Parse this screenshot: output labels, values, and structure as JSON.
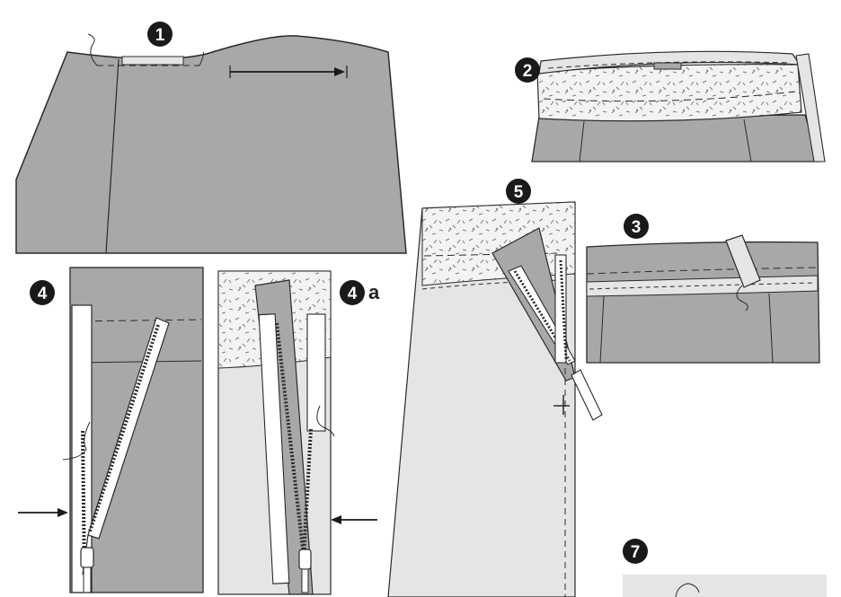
{
  "colors": {
    "fabric": "#a8a8a8",
    "fabric_light": "#e5e5e5",
    "interfacing": "#f3f3f3",
    "outline": "#2a2a2a",
    "badge": "#1a1a1a",
    "white": "#ffffff"
  },
  "steps": [
    {
      "id": "step-1",
      "number": "1",
      "suffix": ""
    },
    {
      "id": "step-2",
      "number": "2",
      "suffix": ""
    },
    {
      "id": "step-3",
      "number": "3",
      "suffix": ""
    },
    {
      "id": "step-4",
      "number": "4",
      "suffix": ""
    },
    {
      "id": "step-4a",
      "number": "4",
      "suffix": "a"
    },
    {
      "id": "step-5",
      "number": "5",
      "suffix": ""
    },
    {
      "id": "step-7",
      "number": "7",
      "suffix": ""
    }
  ],
  "icons": {
    "direction_arrow": "arrow-right-icon",
    "marker_arrow_in": "arrow-left-icon",
    "zipper": "zipper-icon",
    "thread": "thread-icon"
  }
}
